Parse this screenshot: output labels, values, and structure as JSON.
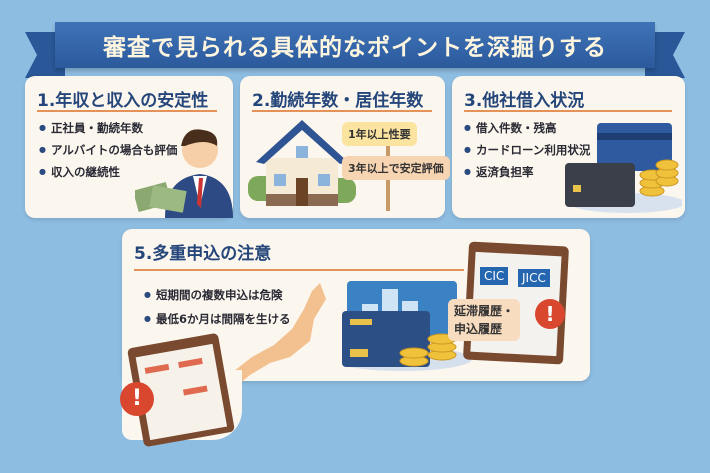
{
  "banner": {
    "title": "審査で見られる具体的なポイントを深掘りする"
  },
  "cards": [
    {
      "title": "1.年収と収入の安定性",
      "items": [
        "正社員・勤続年数",
        "アルバイトの場合も評価",
        "収入の継続性"
      ]
    },
    {
      "title": "2.勤続年数・居住年数",
      "tags": [
        "1年以上性要",
        "3年以上で安定評価"
      ]
    },
    {
      "title": "3.他社借入状況",
      "items": [
        "借入件数・残高",
        "カードローン利用状況",
        "返済負担率"
      ]
    },
    {
      "title": "5.多重申込の注意",
      "items": [
        "短期間の複数申込は危険",
        "最低6か月は間隔を生ける"
      ],
      "bureaus": [
        "CIC",
        "JICC"
      ],
      "bubble": [
        "延滞履歴・",
        "申込履歴"
      ]
    }
  ],
  "colors": {
    "background": "#8ebde2",
    "banner": "#2f62a8",
    "accent": "#e49258",
    "warning": "#d9472f"
  }
}
